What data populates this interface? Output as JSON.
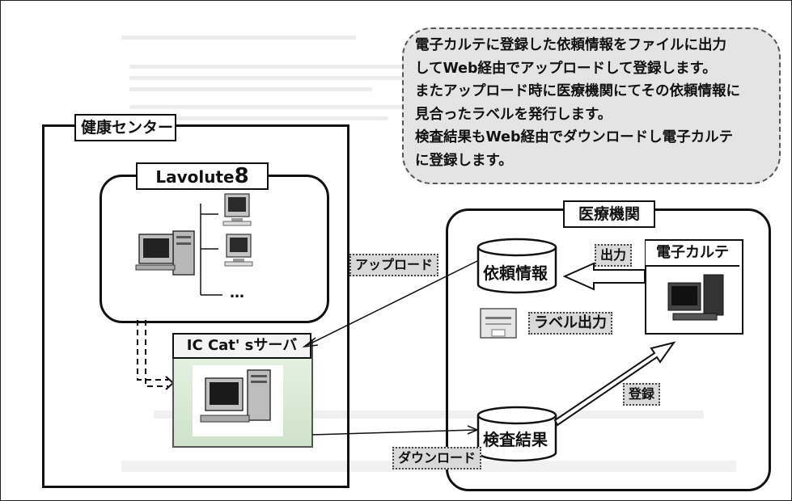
{
  "callout": {
    "lines": [
      "電子カルテに登録した依頼情報をファイルに出力",
      "してWeb経由でアップロードして登録します。",
      "またアップロード時に医療機関にてその依頼情報に",
      "見合ったラベルを発行します。",
      "検査結果もWeb経由でダウンロードし電子カルテ",
      "に登録します。"
    ]
  },
  "health_center": {
    "title": "健康センター"
  },
  "lavolute": {
    "title": "Lavolute",
    "numeral": "8",
    "ellipsis": "…"
  },
  "server": {
    "title": "IC Cat' sサーバ"
  },
  "medical": {
    "title": "医療機関",
    "request_info": "依頼情報",
    "exam_results": "検査結果",
    "emr": "電子カルテ"
  },
  "tags": {
    "upload": "アップロード",
    "output": "出力",
    "label_output": "ラベル出力",
    "register": "登録",
    "download": "ダウンロード"
  }
}
